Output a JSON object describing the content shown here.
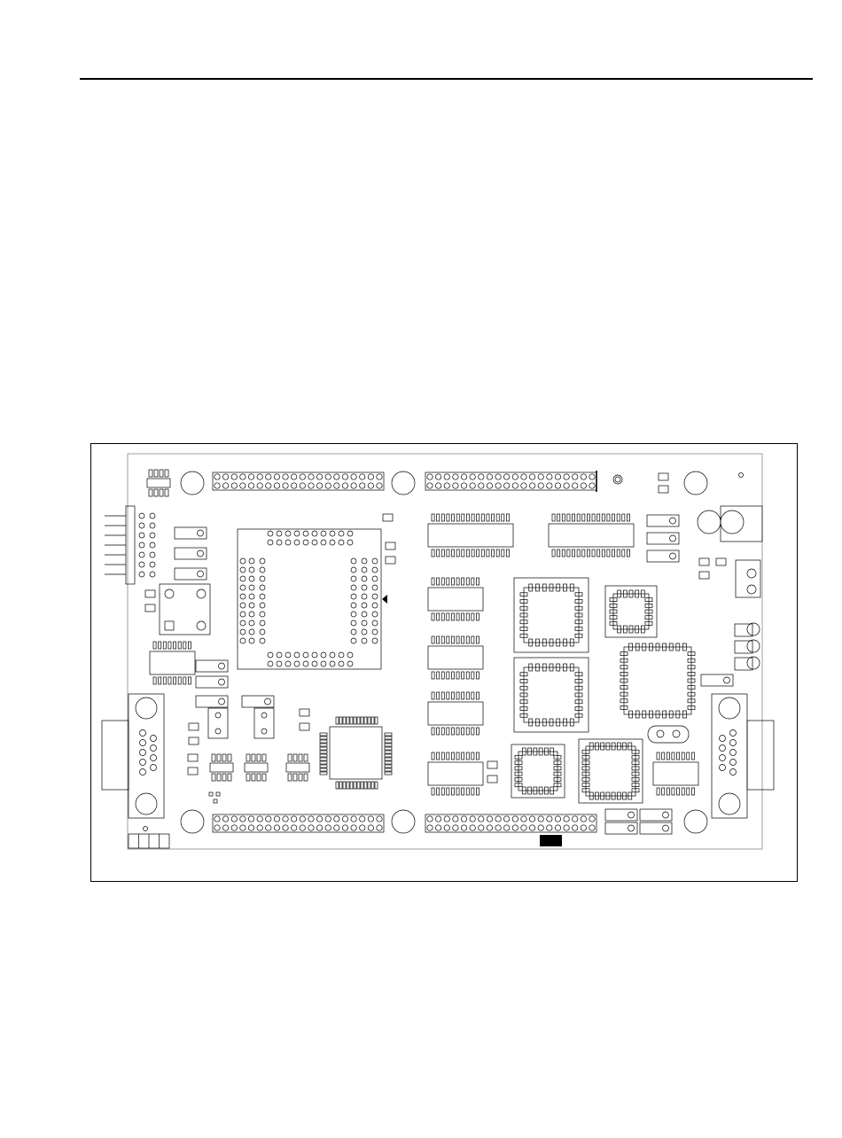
{
  "figure": {
    "caption": "",
    "colors": {
      "ink": "#000000",
      "paper": "#ffffff",
      "board_outline": "#888888"
    }
  },
  "board": {
    "components": [
      {
        "name": "plcc-socket-main",
        "label": ""
      },
      {
        "name": "qfp-chip",
        "label": ""
      },
      {
        "name": "plcc-chip-1",
        "label": ""
      },
      {
        "name": "plcc-chip-2",
        "label": ""
      },
      {
        "name": "plcc-chip-3",
        "label": ""
      },
      {
        "name": "plcc-chip-4",
        "label": ""
      },
      {
        "name": "plcc-chip-5",
        "label": ""
      },
      {
        "name": "crystal",
        "label": ""
      },
      {
        "name": "db9-connector-left",
        "label": ""
      },
      {
        "name": "db9-connector-right",
        "label": ""
      },
      {
        "name": "power-jack",
        "label": ""
      },
      {
        "name": "pin-header-top-left",
        "label": ""
      },
      {
        "name": "pin-header-top-right",
        "label": ""
      },
      {
        "name": "pin-header-bottom-left",
        "label": ""
      },
      {
        "name": "pin-header-bottom-right",
        "label": ""
      }
    ],
    "pin1_marker": "triangle-left"
  }
}
